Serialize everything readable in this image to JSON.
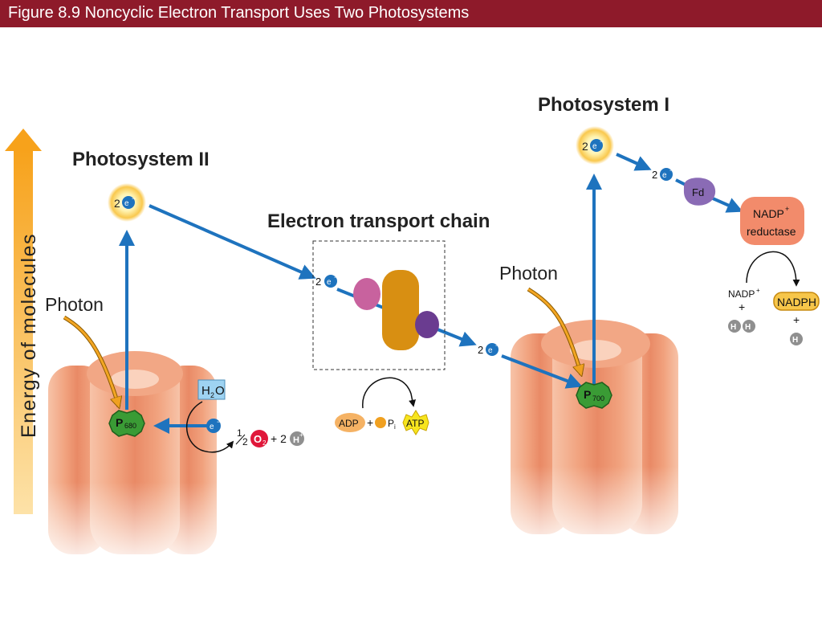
{
  "title": "Figure 8.9 Noncyclic Electron Transport Uses Two Photosystems",
  "energy_axis_label": "Energy of molecules",
  "photosystem2": {
    "heading": "Photosystem II",
    "photon_label": "Photon",
    "reaction_center": "P",
    "reaction_center_sub": "680",
    "excited_electrons": "2",
    "water": "H",
    "water_sub": "2",
    "water_tail": "O",
    "split_electron": "e",
    "oxygen_coeff_num": "1",
    "oxygen_coeff_den": "2",
    "oxygen": "O",
    "oxygen_sub": "2",
    "proton_coeff": "+ 2",
    "proton": "H"
  },
  "etc": {
    "heading": "Electron transport chain",
    "entry_electrons": "2",
    "exit_electrons": "2",
    "adp": "ADP",
    "plus": "+",
    "pi": "P",
    "pi_sub": "i",
    "atp": "ATP"
  },
  "photosystem1": {
    "heading": "Photosystem I",
    "photon_label": "Photon",
    "reaction_center": "P",
    "reaction_center_sub": "700",
    "excited_electrons": "2",
    "transfer_electrons": "2",
    "fd": "Fd",
    "nadp_reductase_line1": "NADP",
    "nadp_reductase_line2": "reductase",
    "nadp_plus": "NADP",
    "plus": "+",
    "proton": "H",
    "nadph": "NADPH",
    "nadph_plus": "+",
    "nadph_proton": "H"
  },
  "electron_symbol": "e",
  "colors": {
    "title_bar": "#8e1a2a",
    "arrow_blue": "#1e73be",
    "energy_arrow": "#f7a823",
    "protein_salmon": "#f1a27e",
    "etc_gold": "#d88f12",
    "etc_pink": "#c8629e",
    "etc_purple": "#6a3c90"
  }
}
